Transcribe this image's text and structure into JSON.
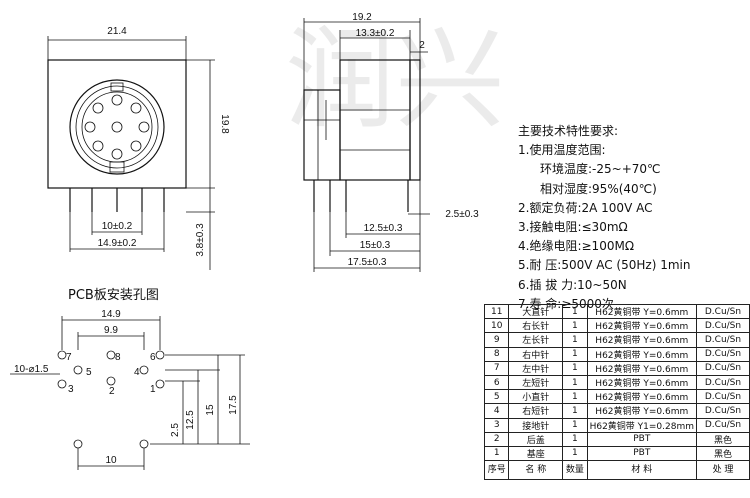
{
  "dims": {
    "front_width": "21.4",
    "front_height": "19.8",
    "front_pin_span_a": "10±0.2",
    "front_pin_span_b": "14.9±0.2",
    "front_pin_length": "3.8±0.3",
    "side_total": "19.2",
    "side_13": "13.3±0.2",
    "side_2": "2",
    "side_2_5": "2.5±0.3",
    "side_12_5": "12.5±0.3",
    "side_15": "15±0.3",
    "side_17_5": "17.5±0.3",
    "pcb_14_9": "14.9",
    "pcb_9_9": "9.9",
    "pcb_hole": "10-⌀1.5",
    "pcb_10": "10",
    "pcb_2_5": "2.5",
    "pcb_12_5": "12.5",
    "pcb_15": "15",
    "pcb_17_5": "17.5"
  },
  "pin_labels": [
    "7",
    "8",
    "6",
    "5",
    "4",
    "3",
    "2",
    "1"
  ],
  "pcb_title": "PCB板安装孔图",
  "specs": {
    "title": "主要技术特性要求:",
    "items": [
      {
        "label": "1.使用温度范围:",
        "value": ""
      },
      {
        "label": "环境温度:",
        "value": "-25~+70℃",
        "indent": true
      },
      {
        "label": "相对湿度:",
        "value": "95%(40℃)",
        "indent": true
      },
      {
        "label": "2.额定负荷:",
        "value": "2A 100V AC"
      },
      {
        "label": "3.接触电阻:",
        "value": "≤30mΩ"
      },
      {
        "label": "4.绝缘电阻:",
        "value": "≥100MΩ"
      },
      {
        "label": "5.耐    压:",
        "value": "500V AC (50Hz) 1min"
      },
      {
        "label": "6.插 拔 力:",
        "value": "10~50N"
      },
      {
        "label": "7.寿    命:",
        "value": "≥5000次"
      }
    ]
  },
  "bom": {
    "rows": [
      [
        "11",
        "大直针",
        "1",
        "H62黄铜带 Y=0.6mm",
        "D.Cu/Sn"
      ],
      [
        "10",
        "右长针",
        "1",
        "H62黄铜带 Y=0.6mm",
        "D.Cu/Sn"
      ],
      [
        "9",
        "左长针",
        "1",
        "H62黄铜带 Y=0.6mm",
        "D.Cu/Sn"
      ],
      [
        "8",
        "右中针",
        "1",
        "H62黄铜带 Y=0.6mm",
        "D.Cu/Sn"
      ],
      [
        "7",
        "左中针",
        "1",
        "H62黄铜带 Y=0.6mm",
        "D.Cu/Sn"
      ],
      [
        "6",
        "左短针",
        "1",
        "H62黄铜带 Y=0.6mm",
        "D.Cu/Sn"
      ],
      [
        "5",
        "小直针",
        "1",
        "H62黄铜带 Y=0.6mm",
        "D.Cu/Sn"
      ],
      [
        "4",
        "右短针",
        "1",
        "H62黄铜带 Y=0.6mm",
        "D.Cu/Sn"
      ],
      [
        "3",
        "接地针",
        "1",
        "H62黄铜带 Y1=0.28mm",
        "D.Cu/Sn"
      ],
      [
        "2",
        "后盖",
        "1",
        "PBT",
        "黑色"
      ],
      [
        "1",
        "基座",
        "1",
        "PBT",
        "黑色"
      ]
    ],
    "header": [
      "序号",
      "名 称",
      "数量",
      "材 料",
      "处 理"
    ]
  },
  "watermark": "润兴"
}
